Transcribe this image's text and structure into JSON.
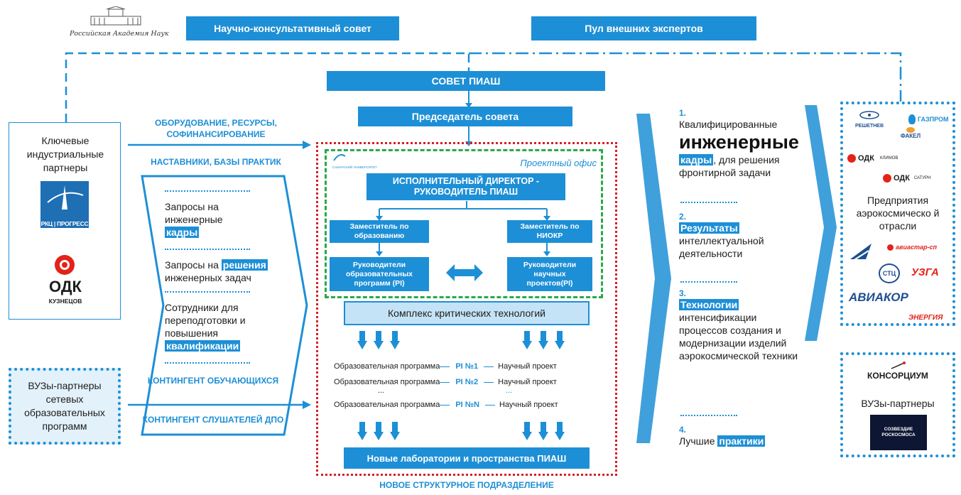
{
  "header": {
    "academy_caption": "Российская Академия Наук",
    "advisory_council": "Научно-консультативный совет",
    "expert_pool": "Пул внешних экспертов"
  },
  "council": {
    "title": "СОВЕТ ПИАШ",
    "chairman": "Председатель совета"
  },
  "left": {
    "industrial_partners": "Ключевые индустриальные партнеры",
    "rkc_logo": "РКЦ | ПРОГРЕСС",
    "odk_logo": "ОДК",
    "odk_sub": "КУЗНЕЦОВ",
    "universities": "ВУЗы-партнеры сетевых образовательных программ"
  },
  "flows": {
    "equipment": "ОБОРУДОВАНИЕ, РЕСУРСЫ, СОФИНАНСИРОВАНИЕ",
    "mentors": "НАСТАВНИКИ, БАЗЫ ПРАКТИК",
    "students": "КОНТИНГЕНТ ОБУЧАЮЩИХСЯ",
    "listeners": "КОНТИНГЕНТ СЛУШАТЕЛЕЙ ДПО"
  },
  "requests": {
    "r1_pre": "Запросы на инженерные",
    "r1_hl": "кадры",
    "r2_pre": "Запросы на",
    "r2_hl": "решения",
    "r2_post": "инженерных задач",
    "r3_pre": "Сотрудники для переподготовки и повышения",
    "r3_hl": "квалификации"
  },
  "office": {
    "label": "Проектный офис",
    "logo_caption": "САМАРСКИЙ УНИВЕРСИТЕТ",
    "director": "ИСПОЛНИТЕЛЬНЫЙ ДИРЕКТОР - РУКОВОДИТЕЛЬ ПИАШ",
    "deputy_edu": "Заместитель по образованию",
    "deputy_rnd": "Заместитель по НИОКР",
    "heads_edu": "Руководители образовательных программ (PI)",
    "heads_sci": "Руководители научных проектов(PI)"
  },
  "complex": "Комплекс критических технологий",
  "pi_rows": [
    {
      "left": "Образовательная программа",
      "pi": "PI №1",
      "right": "Научный проект"
    },
    {
      "left": "Образовательная программа",
      "pi": "PI №2",
      "right": "Научный проект"
    },
    {
      "left": "Образовательная программа",
      "pi": "PI №N",
      "right": "Научный проект"
    }
  ],
  "pi_ellipsis": "...",
  "labs": "Новые лаборатории и пространства ПИАШ",
  "new_unit": "НОВОЕ СТРУКТУРНОЕ ПОДРАЗДЕЛЕНИЕ",
  "outcomes": {
    "n1": "1.",
    "o1_line1": "Квалифицированные",
    "o1_big": "инженерные",
    "o1_hl": "кадры",
    "o1_post": ", для решения фронтирной задачи",
    "n2": "2.",
    "o2_hl": "Результаты",
    "o2_post": "интеллектуальной деятельности",
    "n3": "3.",
    "o3_hl": "Технологии",
    "o3_post": "интенсификации процессов создания и модернизации изделий аэрокосмической техники",
    "n4": "4.",
    "o4_pre": "Лучшие",
    "o4_hl": "практики"
  },
  "right": {
    "enterprises": "Предприятия аэрокосмическо й отрасли",
    "logos": {
      "reshetnev": "РЕШЕТНЕВ",
      "gazprom": "ГАЗПРОМ",
      "fakel": "ФАКЕЛ",
      "odk_klimov_a": "ОДК",
      "odk_klimov_b": "КЛИМОВ",
      "odk_saturn_a": "ОДК",
      "odk_saturn_b": "САТУРН",
      "aviastar": "авиастар-сп",
      "stc": "СТЦ",
      "uzga": "УЗГА",
      "aviakor": "АВИАКОР",
      "energia": "ЭНЕРГИЯ"
    },
    "consortium": "КОНСОРЦИУМ",
    "uni_partners": "ВУЗы-партнеры",
    "space_logo": "СОЗВЕЗДИЕ РОСКОСМОСА"
  },
  "colors": {
    "accent": "#1d8fd6",
    "light_accent": "#c5e3f6",
    "office_border": "#2aa84a",
    "unit_border": "#d42027"
  }
}
